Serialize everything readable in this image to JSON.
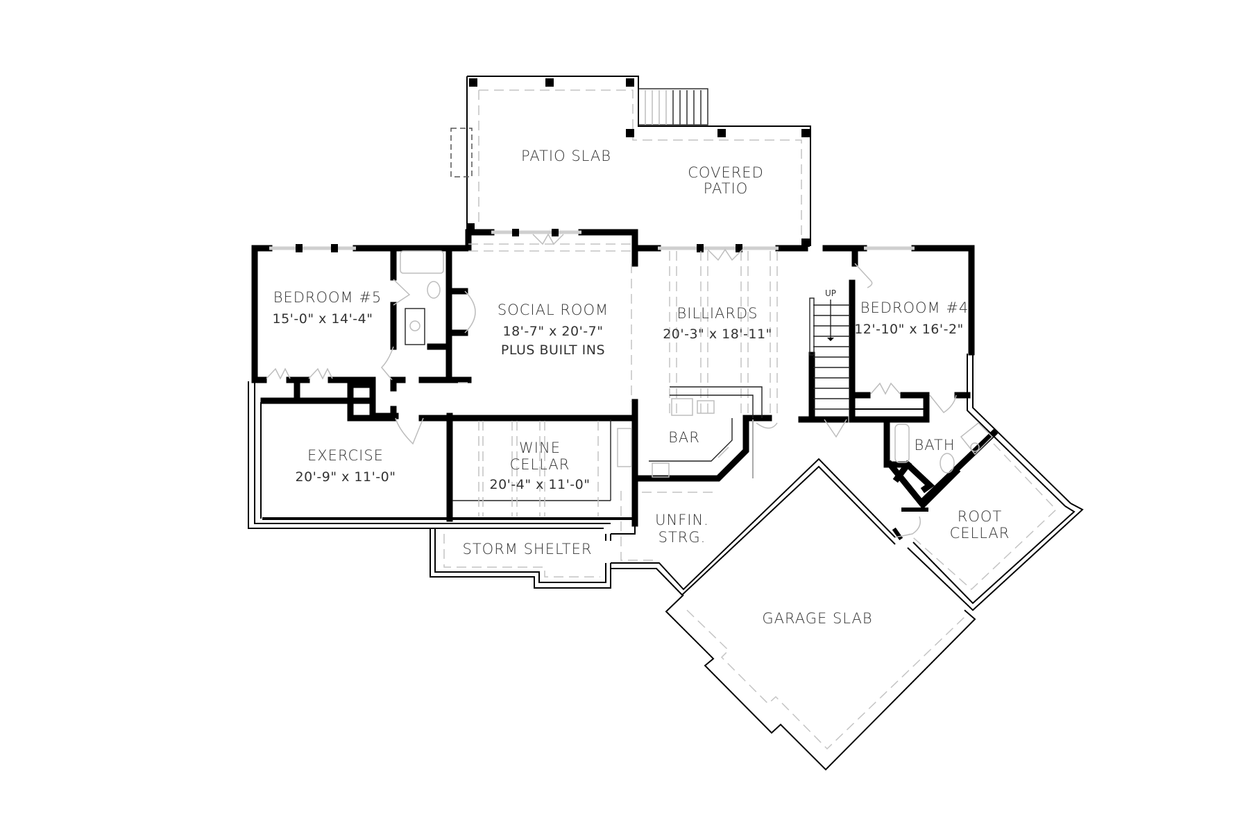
{
  "plan": {
    "type": "basement floor plan",
    "rooms": {
      "patio_slab": {
        "name": "PATIO  SLAB"
      },
      "covered_patio": {
        "name_line1": "COVERED",
        "name_line2": "PATIO"
      },
      "bedroom5": {
        "name": "BEDROOM  #5",
        "dims": "15'-0\"  x  14'-4\""
      },
      "social_room": {
        "name": "SOCIAL  ROOM",
        "dims": "18'-7\"  x  20'-7\"",
        "note": "PLUS  BUILT  INS"
      },
      "billiards": {
        "name": "BILLIARDS",
        "dims": "20'-3\"  x  18'-11\""
      },
      "bedroom4": {
        "name": "BEDROOM  #4",
        "dims": "12'-10\"  x  16'-2\""
      },
      "exercise": {
        "name": "EXERCISE",
        "dims": "20'-9\"  x  11'-0\""
      },
      "wine_cellar": {
        "name_line1": "WINE",
        "name_line2": "CELLAR",
        "dims": "20'-4\"  x  11'-0\""
      },
      "bar": {
        "name": "BAR"
      },
      "bath": {
        "name": "BATH"
      },
      "root_cellar": {
        "name_line1": "ROOT",
        "name_line2": "CELLAR"
      },
      "storm_shelter": {
        "name": "STORM  SHELTER"
      },
      "unfinished_storage": {
        "name_line1": "UNFIN.",
        "name_line2": "STRG."
      },
      "garage_slab": {
        "name": "GARAGE  SLAB"
      }
    },
    "stair": {
      "label": "UP"
    },
    "colors": {
      "wall": "#000000",
      "background": "#ffffff",
      "text": "#333333",
      "hidden_line": "#c4c4c4"
    }
  }
}
